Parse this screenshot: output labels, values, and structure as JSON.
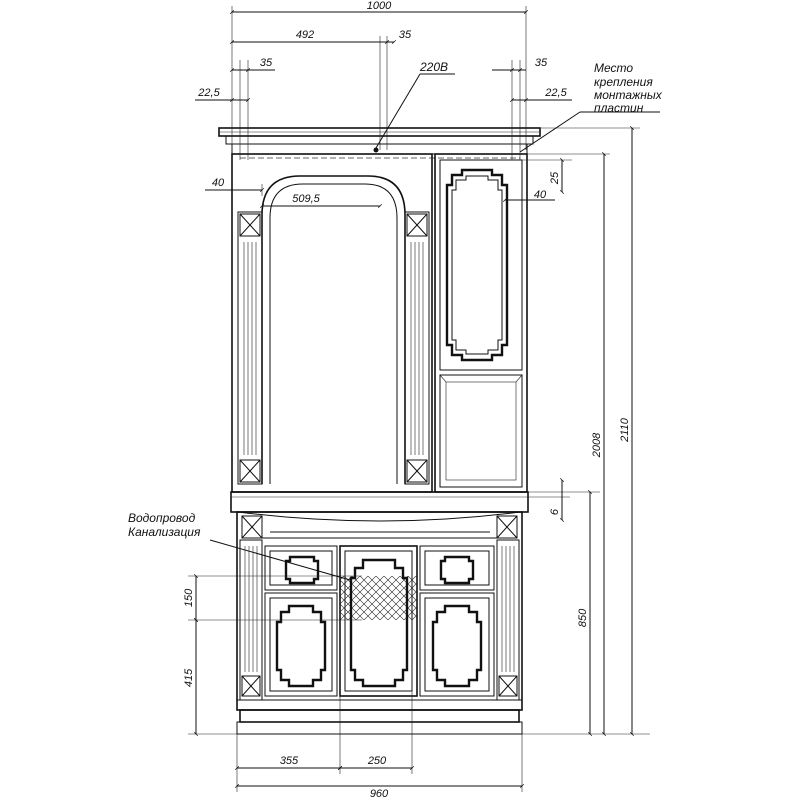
{
  "dimensions": {
    "overall_width": "1000",
    "mirror_offset": "492",
    "socket_offset": "35",
    "left_plate_offset": "35",
    "right_plate_offset": "35",
    "left_margin": "22,5",
    "right_margin": "22,5",
    "left_inner_margin": "40",
    "right_inner_margin": "40",
    "mirror_width": "509,5",
    "top_gap": "25",
    "overall_height": "2110",
    "cabinet_height": "2008",
    "counter_gap": "6",
    "vanity_height": "850",
    "pipe_zone": "150",
    "pipe_height": "415",
    "drain_offset": "355",
    "drain_zone": "250",
    "vanity_width": "960"
  },
  "labels": {
    "socket": "220В",
    "mounting_line1": "Место",
    "mounting_line2": "крепления",
    "mounting_line3": "монтажных",
    "mounting_line4": "пластин",
    "water_line1": "Водопровод",
    "water_line2": "Канализация"
  }
}
